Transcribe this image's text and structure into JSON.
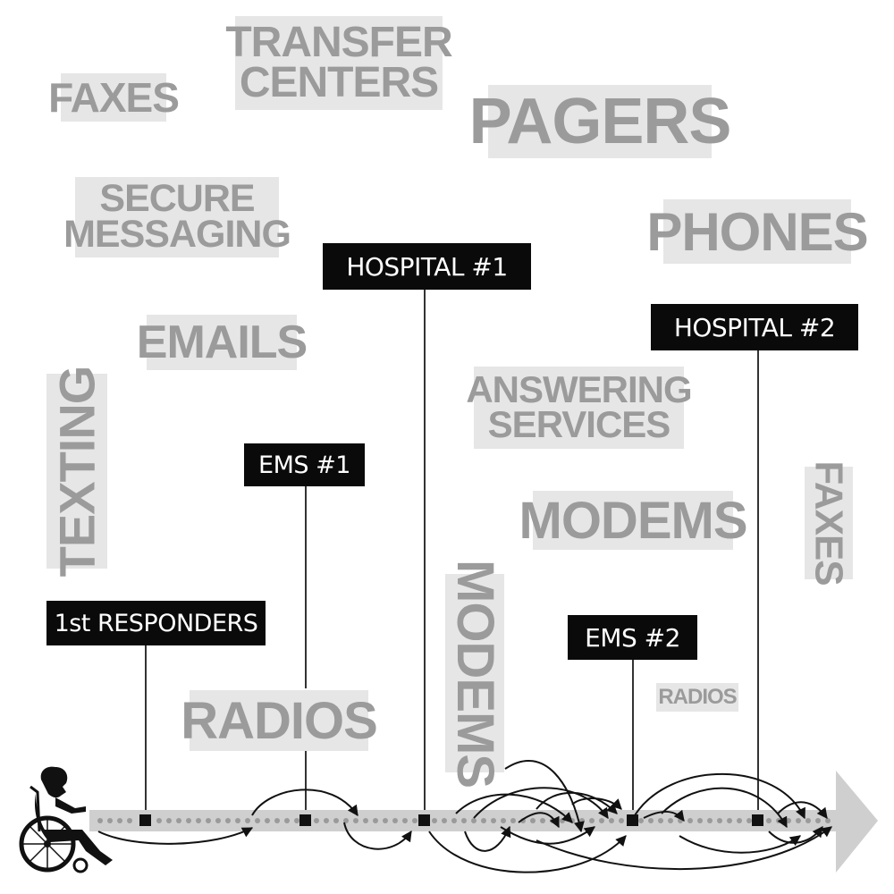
{
  "technologies": {
    "faxes_top": "FAXES",
    "transfer_centers": [
      "TRANSFER",
      "CENTERS"
    ],
    "pagers": "PAGERS",
    "secure_messaging": [
      "SECURE",
      "MESSAGING"
    ],
    "phones": "PHONES",
    "emails": "EMAILS",
    "texting": "TEXTING",
    "answering_services": [
      "ANSWERING",
      "SERVICES"
    ],
    "modems_right": "MODEMS",
    "faxes_right": "FAXES",
    "modems_vertical": "MODEMS",
    "radios_left": "RADIOS",
    "radios_small": "RADIOS"
  },
  "stages": {
    "first_responders": "1st RESPONDERS",
    "ems_1": "EMS #1",
    "hospital_1": "HOSPITAL #1",
    "ems_2": "EMS #2",
    "hospital_2": "HOSPITAL #2"
  },
  "colors": {
    "tag_bg": "#e6e6e6",
    "tag_text": "#9b9b9b",
    "stage_bg": "#0a0a0a",
    "stage_text": "#ffffff",
    "timeline": "#cfcfcf",
    "arrows": "#111111"
  },
  "icons": {
    "patient": "wheelchair-person-icon",
    "arrow": "timeline-arrow-icon"
  }
}
